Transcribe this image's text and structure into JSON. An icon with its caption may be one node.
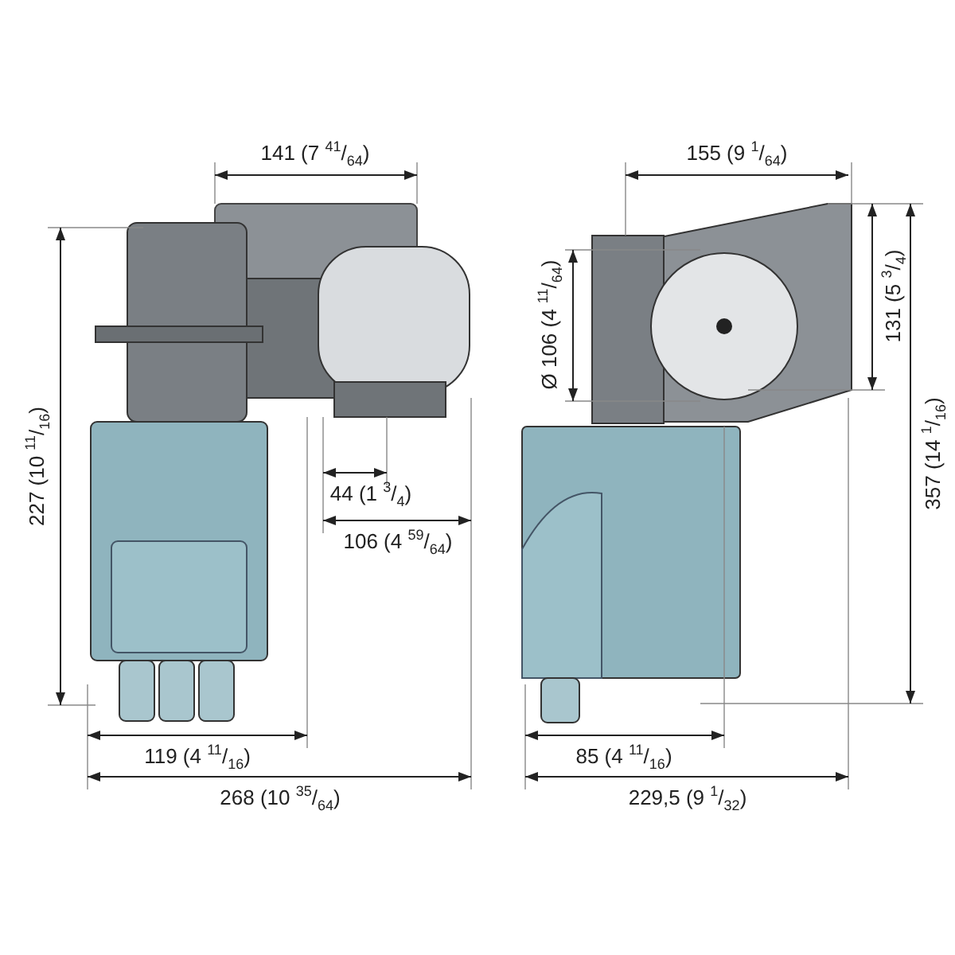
{
  "diagram": {
    "labels": [
      "141 (7 $^{41}$/$_{64}$)",
      "155 (9 $^{1}$/$_{64}$)",
      "131 (5 $^{3}$/$_{4}$)",
      "Ø 106 (4 $^{11}$/$_{64}$)",
      "227 (10 $^{11}$/$_{16}$)",
      "357 (14 $^{1}$/$_{16}$)",
      "44 (1 $^{3}$/$_{4}$)",
      "106 (4 $^{59}$/$_{64}$)",
      "119 (4 $^{11}$/$_{16}$)",
      "85 (4 $^{11}$/$_{16}$)",
      "268 (10 $^{35}$/$_{64}$)",
      "229,5 (9 $^{1}$/$_{32}$)"
    ]
  }
}
